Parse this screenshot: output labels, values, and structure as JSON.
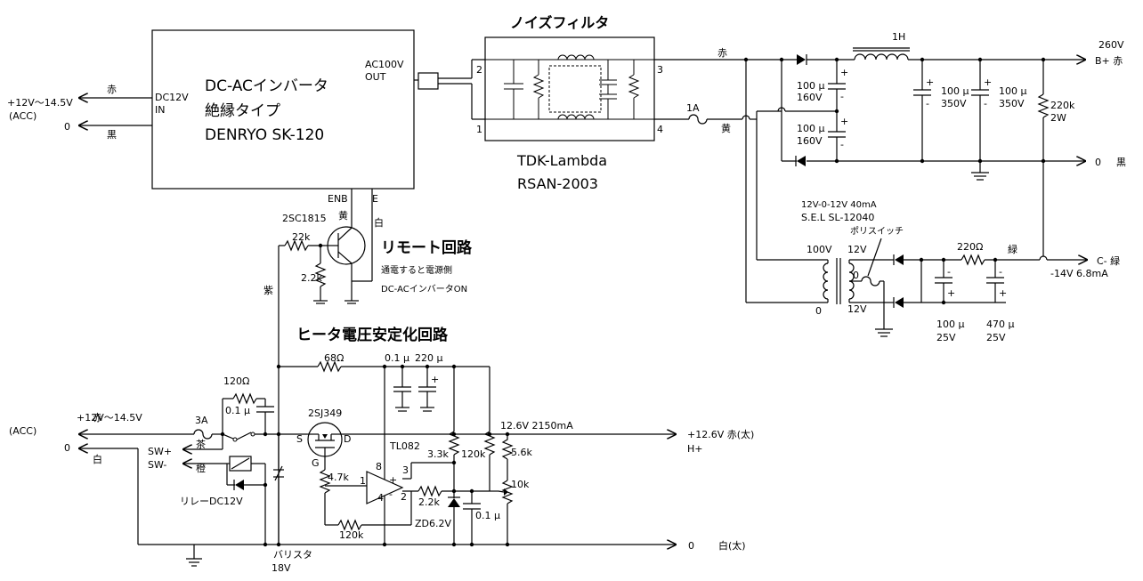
{
  "inverter": {
    "title1": "DC-ACインバータ",
    "title2": "絶縁タイプ",
    "title3": "DENRYO  SK-120",
    "dc_in": "DC12V",
    "dc_in2": "IN",
    "ac_out": "AC100V",
    "ac_out2": "OUT",
    "enb": "ENB",
    "e": "E"
  },
  "input_top": {
    "voltage": "+12V～14.5V",
    "acc": "(ACC)",
    "zero": "0",
    "red": "赤",
    "black": "黒"
  },
  "noise_filter": {
    "title": "ノイズフィルタ",
    "maker": "TDK-Lambda",
    "model": "RSAN-2003",
    "p1": "1",
    "p2": "2",
    "p3": "3",
    "p4": "4"
  },
  "fuse_1a": "1A",
  "hv_supply": {
    "red": "赤",
    "yellow": "黄",
    "choke": "1H",
    "c1": "100 μ",
    "c1v": "160V",
    "c2": "100 μ",
    "c2v": "160V",
    "c3": "100 μ",
    "c3v": "350V",
    "c4": "100 μ",
    "c4v": "350V",
    "r": "220k",
    "rw": "2W",
    "out_v": "260V",
    "out_label": "B+ 赤",
    "zero": "0",
    "black": "黒"
  },
  "transformer": {
    "spec": "12V-0-12V  40mA",
    "model": "S.E.L SL-12040",
    "polyswitch": "ポリスイッチ",
    "p100": "100V",
    "p0": "0",
    "s12a": "12V",
    "s0": "0",
    "s12b": "12V",
    "r": "220Ω",
    "green": "緑",
    "c_out": "C- 緑",
    "c_out_v": "-14V 6.8mA",
    "c1": "100 μ",
    "c1v": "25V",
    "c2": "470 μ",
    "c2v": "25V"
  },
  "remote": {
    "title": "リモート回路",
    "note1": "通電すると電源側",
    "note2": "DC-ACインバータON",
    "transistor": "2SC1815",
    "yellow": "黄",
    "white": "白",
    "r1": "22k",
    "r2": "2.2k",
    "purple": "紫"
  },
  "heater": {
    "title": "ヒータ電圧安定化回路",
    "r68": "68Ω",
    "c01": "0.1 μ",
    "c220": "220 μ",
    "r120": "120Ω",
    "c01b": "0.1 μ",
    "fet": "2SJ349",
    "s": "S",
    "d": "D",
    "g": "G",
    "out_spec": "12.6V 2150mA",
    "op": "TL082",
    "r33": "3.3k",
    "r120k": "120k",
    "r56": "5.6k",
    "r10k": "10k",
    "r47": "4.7k",
    "r22": "2.2k",
    "zd": "ZD6.2V",
    "c01c": "0.1 μ",
    "r120k2": "120k",
    "p8": "8",
    "p3": "3",
    "p1": "1",
    "p2": "2",
    "p4": "4",
    "out_v": "+12.6V 赤(太)",
    "out_h": "H+",
    "zero": "0",
    "white_thick": "白(太)"
  },
  "input_bottom": {
    "voltage": "+12V～14.5V",
    "acc": "(ACC)",
    "zero": "0",
    "red": "赤",
    "white": "白",
    "fuse": "3A",
    "tea": "茶",
    "orange": "橙",
    "sw_plus": "SW+",
    "sw_minus": "SW-",
    "relay": "リレーDC12V",
    "varistor": "バリスタ",
    "varistor_v": "18V"
  }
}
